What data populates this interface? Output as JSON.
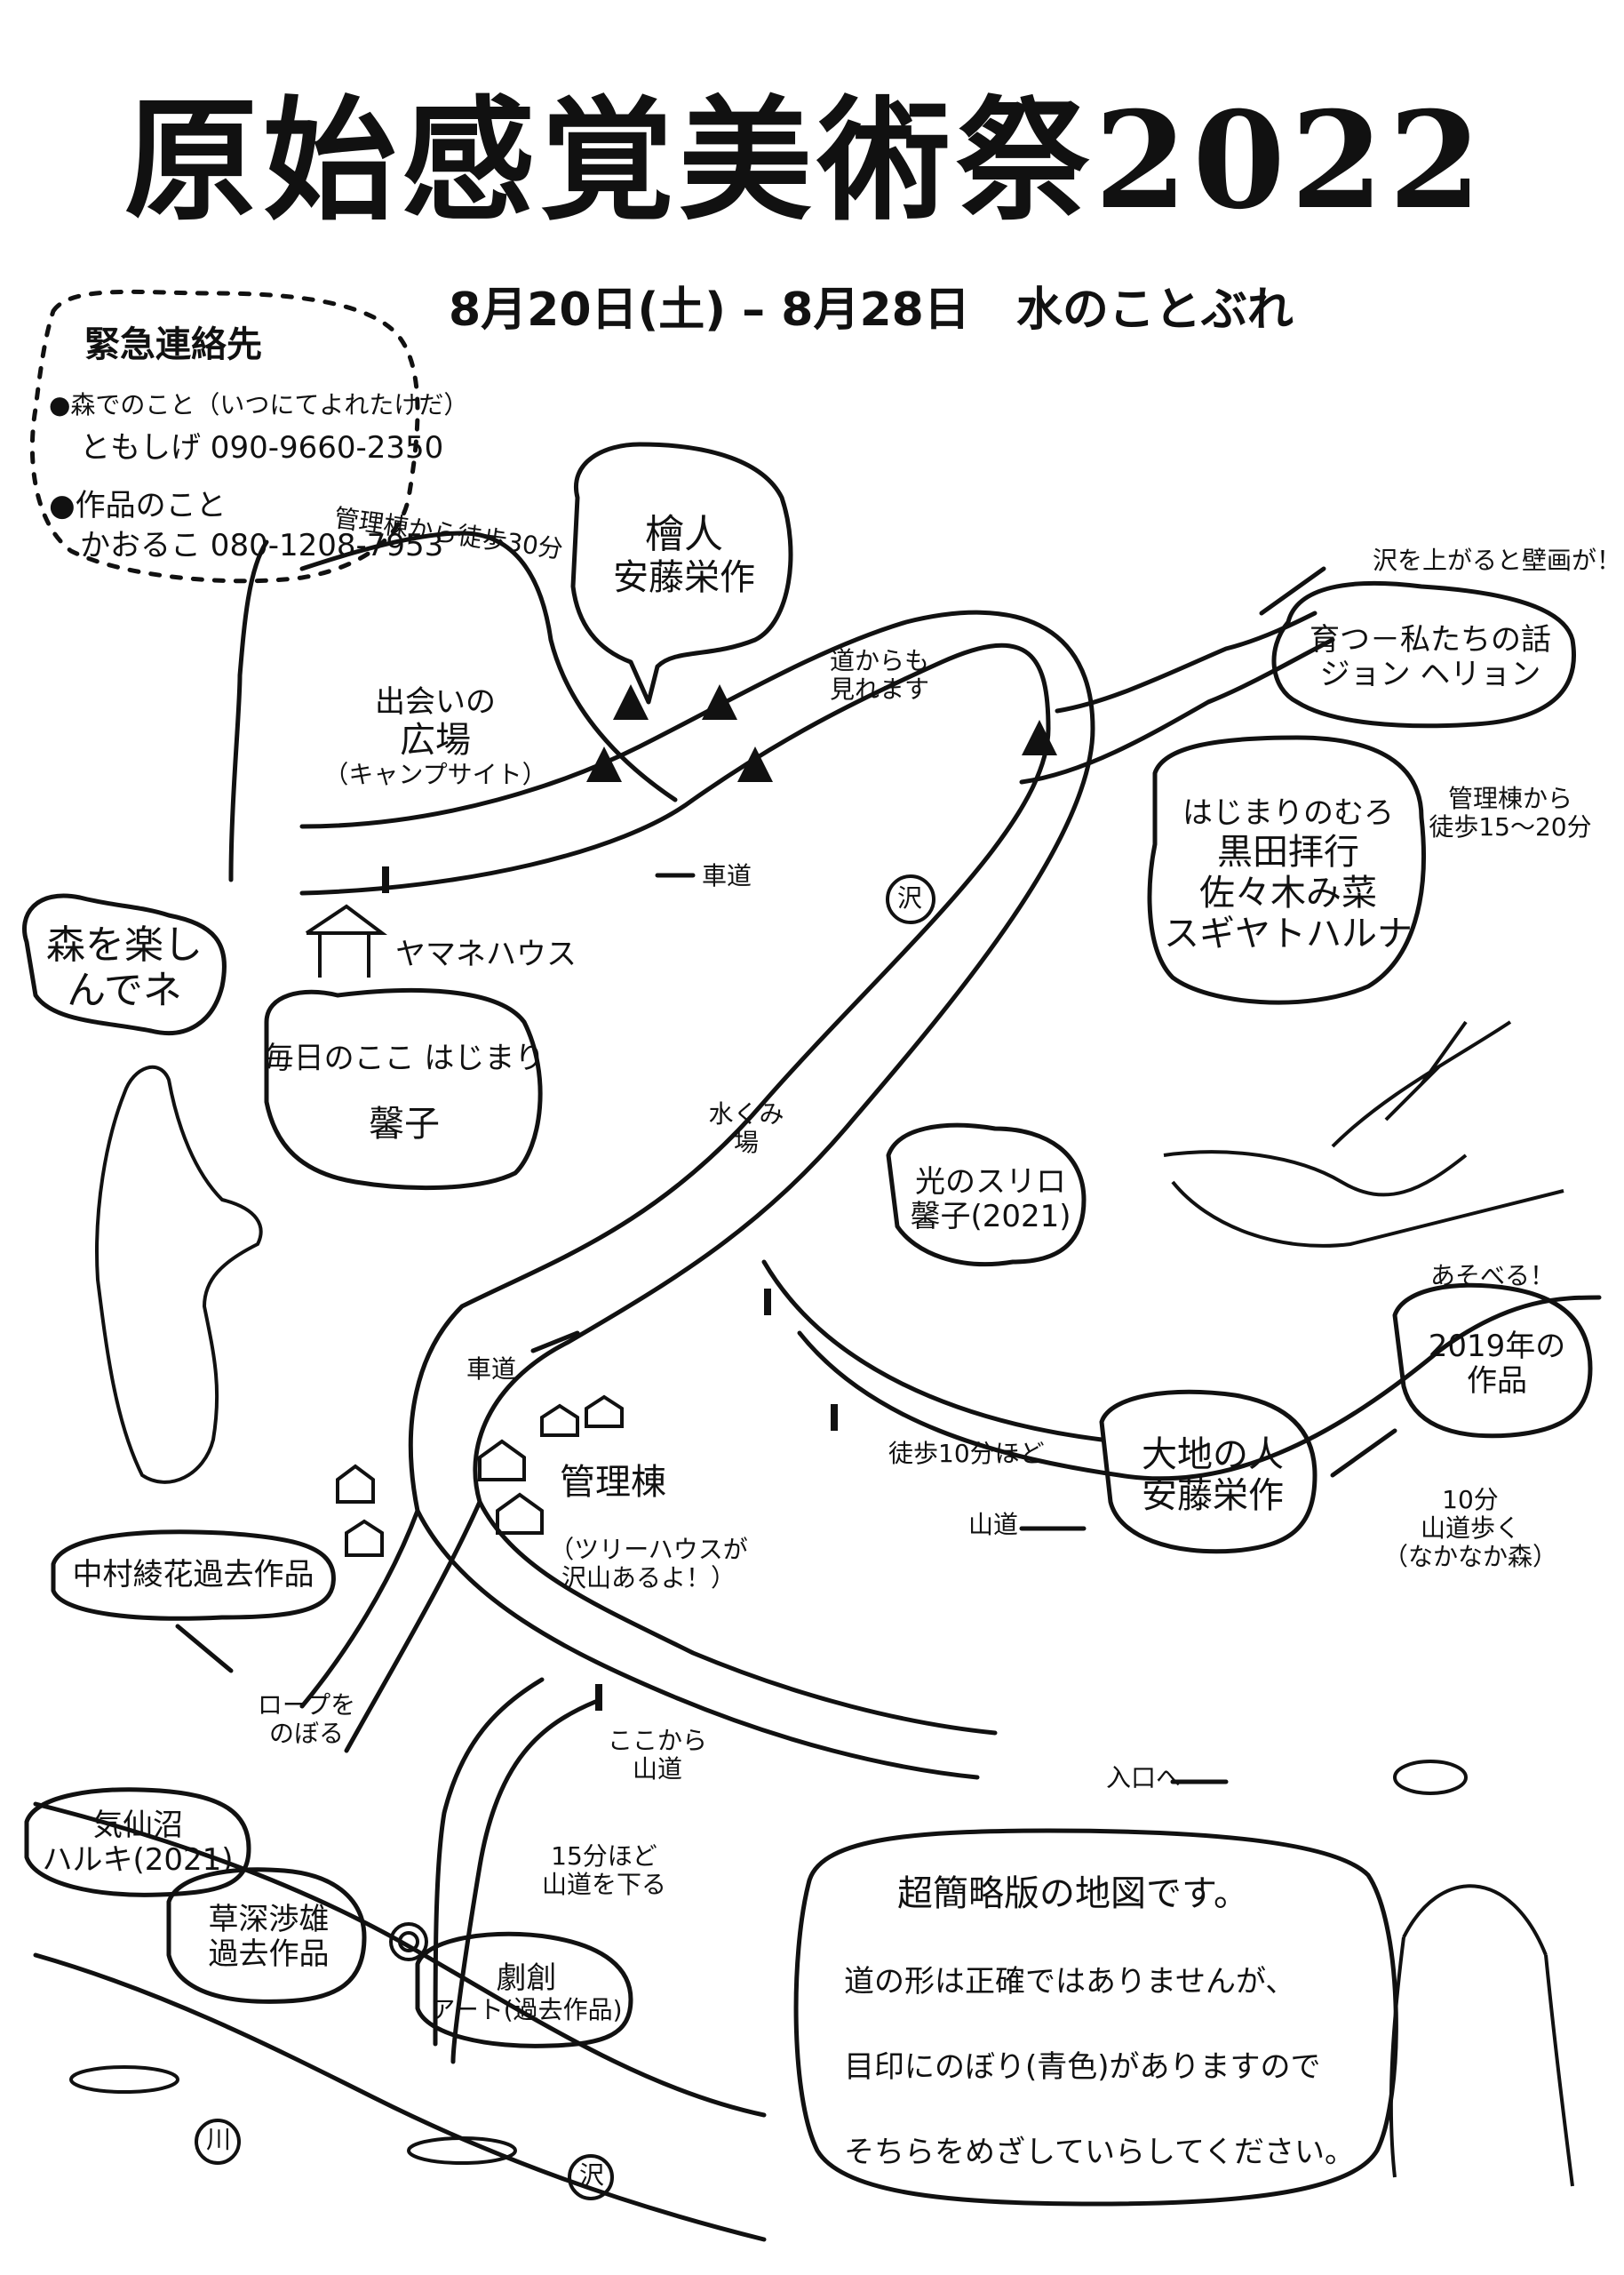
{
  "title": "原始感覚美術祭2022",
  "subtitle": "8月20日(土) – 8月28日　水のことぶれ",
  "emergency": {
    "heading": "緊急連絡先",
    "forest_label": "●森でのこと（いつにてよれたけだ）",
    "forest_contact": "ともしげ 090-9660-2350",
    "works_label": "●作品のこと",
    "works_contact": "かおるこ 080-1208-7953"
  },
  "speech_forest": "森を楽しんでネ",
  "places": {
    "walk_30": "管理棟から徒歩30分",
    "plaza_line1": "出会いの",
    "plaza_line2": "広場",
    "plaza_line3": "（キャンプサイト）",
    "yamane_house": "ヤマネハウス",
    "road_top": "車道",
    "road_mid": "車道",
    "view_from_road_1": "道からも",
    "view_from_road_2": "見れます",
    "up_stream": "沢を上がると壁画が！",
    "walk_15_20_1": "管理棟から",
    "walk_15_20_2": "徒歩15〜20分",
    "stream": "沢",
    "water_place_1": "水くみ",
    "water_place_2": "場",
    "admin_building": "管理棟",
    "treehouse_1": "（ツリーハウスが",
    "treehouse_2": "沢山あるよ！）",
    "walk_10": "徒歩10分ほど",
    "mountain_path": "山道",
    "walk_10_forest_1": "10分",
    "walk_10_forest_2": "山道歩く",
    "walk_10_forest_3": "（なかなか森）",
    "play": "あそべる！",
    "rope_1": "ロープを",
    "rope_2": "のぼる",
    "from_here_1": "ここから",
    "from_here_2": "山道",
    "down_15_1": "15分ほど",
    "down_15_2": "山道を下る",
    "entrance": "入口へ",
    "river": "川",
    "stream_bottom": "沢"
  },
  "artworks": {
    "hinoki_1": "檜人",
    "hinoki_2": "安藤栄作",
    "sodatsu_1": "育つ－私たちの話",
    "sodatsu_2": "ジョン ヘリョン",
    "hajimari_1": "はじまりのむろ",
    "hajimari_2": "黒田拝行",
    "hajimari_3": "佐々木み菜",
    "hajimari_4": "スギヤトハルナ",
    "mainichi_1": "毎日のここ はじまり",
    "mainichi_2": "馨子",
    "hikari_1": "光のスリロ",
    "hikari_2": "馨子(2021)",
    "y2019_1": "2019年の",
    "y2019_2": "作品",
    "daichi_1": "大地の人",
    "daichi_2": "安藤栄作",
    "nakamura": "中村綾花過去作品",
    "kesennuma_1": "気仙沼",
    "kesennuma_2": "ハルキ(2021)",
    "kusabuka_1": "草深渉雄",
    "kusabuka_2": "過去作品",
    "gekiso_1": "劇創",
    "gekiso_2": "アート(過去作品)"
  },
  "notice": {
    "line1": "超簡略版の地図です。",
    "line2": "道の形は正確ではありませんが、",
    "line3": "目印にのぼり(青色)がありますので",
    "line4": "そちらをめざしていらしてください。"
  }
}
